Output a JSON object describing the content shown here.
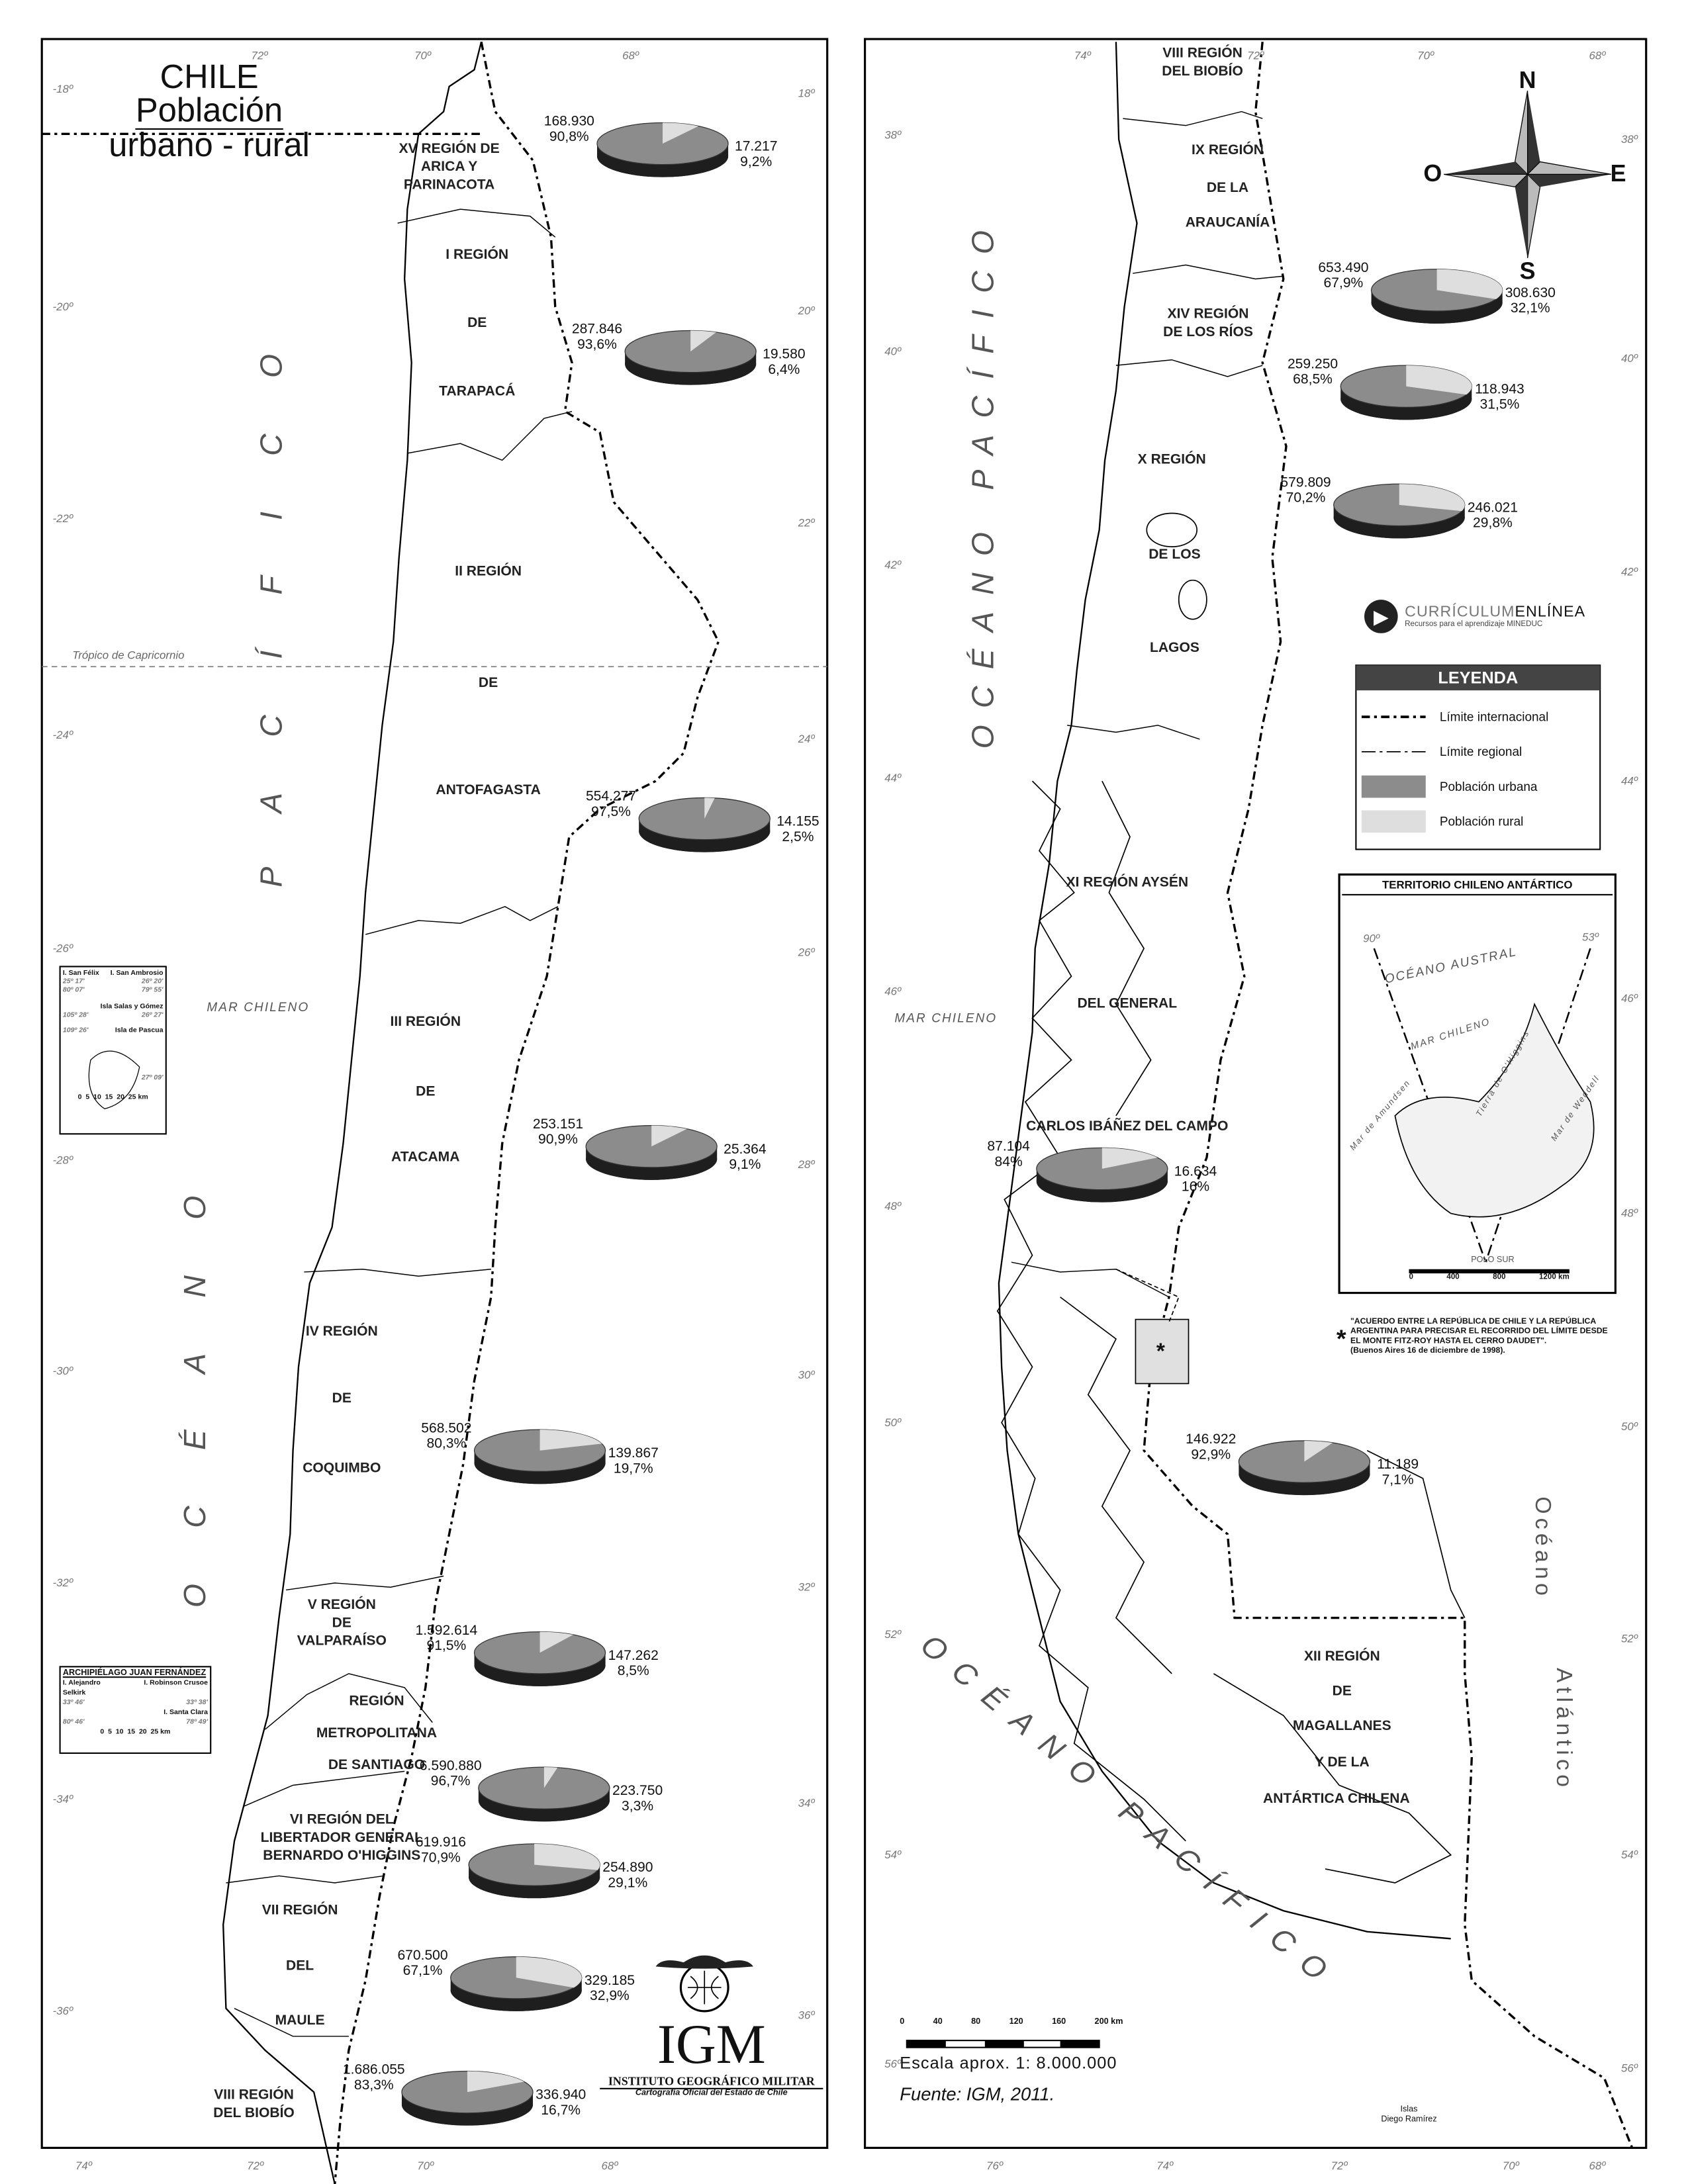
{
  "title": {
    "line1": "CHILE",
    "line2": "Población",
    "line3": "urbano - rural"
  },
  "tropic_label": "Trópico de Capricornio",
  "oceans": {
    "left_ocean_1": "OCÉANO",
    "left_ocean_2": "PACÍFICO",
    "right_top": "OCÉANO PACÍFICO",
    "right_bottom": "OCÉANO PACÍFICO",
    "atlantic_1": "Océano",
    "atlantic_2": "Atlántico",
    "mar_chileno_left": "MAR CHILENO",
    "mar_chileno_right": "MAR CHILENO"
  },
  "regions": [
    [
      "XV REGIÓN DE",
      "ARICA Y",
      "PARINACOTA"
    ],
    [
      "I REGIÓN"
    ],
    [
      "DE"
    ],
    [
      "TARAPACÁ"
    ],
    [
      "II REGIÓN"
    ],
    [
      "DE"
    ],
    [
      "ANTOFAGASTA"
    ],
    [
      "III REGIÓN"
    ],
    [
      "DE"
    ],
    [
      "ATACAMA"
    ],
    [
      "IV REGIÓN"
    ],
    [
      "DE"
    ],
    [
      "COQUIMBO"
    ],
    [
      "V REGIÓN",
      "DE",
      "VALPARAÍSO"
    ],
    [
      "REGIÓN"
    ],
    [
      "METROPOLITANA"
    ],
    [
      "DE SANTIAGO"
    ],
    [
      "VI REGIÓN DEL",
      "LIBERTADOR GENERAL",
      "BERNARDO O'HIGGINS"
    ],
    [
      "VII REGIÓN"
    ],
    [
      "DEL"
    ],
    [
      "MAULE"
    ],
    [
      "VIII REGIÓN",
      "DEL BIOBÍO"
    ],
    [
      "VIII REGIÓN",
      "DEL BIOBÍO"
    ],
    [
      "IX REGIÓN"
    ],
    [
      "DE LA"
    ],
    [
      "ARAUCANÍA"
    ],
    [
      "XIV REGIÓN",
      "DE LOS RÍOS"
    ],
    [
      "X REGIÓN"
    ],
    [
      "DE LOS"
    ],
    [
      "LAGOS"
    ],
    [
      "XI REGIÓN AYSÉN"
    ],
    [
      "DEL GENERAL"
    ],
    [
      "CARLOS IBÁÑEZ DEL CAMPO"
    ],
    [
      "XII REGIÓN"
    ],
    [
      "DE"
    ],
    [
      "MAGALLANES"
    ],
    [
      "Y DE LA"
    ],
    [
      "ANTÁRTICA CHILENA"
    ]
  ],
  "population": [
    {
      "region": "Arica y Parinacota",
      "urban": "168.930",
      "urban_pct": "90,8%",
      "rural": "17.217",
      "rural_pct": "9,2%",
      "rural_fraction": 0.092
    },
    {
      "region": "Tarapacá",
      "urban": "287.846",
      "urban_pct": "93,6%",
      "rural": "19.580",
      "rural_pct": "6,4%",
      "rural_fraction": 0.064
    },
    {
      "region": "Antofagasta",
      "urban": "554.277",
      "urban_pct": "97,5%",
      "rural": "14.155",
      "rural_pct": "2,5%",
      "rural_fraction": 0.025
    },
    {
      "region": "Atacama",
      "urban": "253.151",
      "urban_pct": "90,9%",
      "rural": "25.364",
      "rural_pct": "9,1%",
      "rural_fraction": 0.091
    },
    {
      "region": "Coquimbo",
      "urban": "568.502",
      "urban_pct": "80,3%",
      "rural": "139.867",
      "rural_pct": "19,7%",
      "rural_fraction": 0.197
    },
    {
      "region": "Valparaíso",
      "urban": "1.592.614",
      "urban_pct": "91,5%",
      "rural": "147.262",
      "rural_pct": "8,5%",
      "rural_fraction": 0.085
    },
    {
      "region": "Metropolitana de Santiago",
      "urban": "6.590.880",
      "urban_pct": "96,7%",
      "rural": "223.750",
      "rural_pct": "3,3%",
      "rural_fraction": 0.033
    },
    {
      "region": "Libertador General Bernardo O'Higgins",
      "urban": "619.916",
      "urban_pct": "70,9%",
      "rural": "254.890",
      "rural_pct": "29,1%",
      "rural_fraction": 0.291
    },
    {
      "region": "Maule",
      "urban": "670.500",
      "urban_pct": "67,1%",
      "rural": "329.185",
      "rural_pct": "32,9%",
      "rural_fraction": 0.329
    },
    {
      "region": "Biobío",
      "urban": "1.686.055",
      "urban_pct": "83,3%",
      "rural": "336.940",
      "rural_pct": "16,7%",
      "rural_fraction": 0.167
    },
    {
      "region": "Araucanía",
      "urban": "653.490",
      "urban_pct": "67,9%",
      "rural": "308.630",
      "rural_pct": "32,1%",
      "rural_fraction": 0.321
    },
    {
      "region": "Los Ríos",
      "urban": "259.250",
      "urban_pct": "68,5%",
      "rural": "118.943",
      "rural_pct": "31,5%",
      "rural_fraction": 0.315
    },
    {
      "region": "Los Lagos",
      "urban": "579.809",
      "urban_pct": "70,2%",
      "rural": "246.021",
      "rural_pct": "29,8%",
      "rural_fraction": 0.298
    },
    {
      "region": "Aysén",
      "urban": "87.104",
      "urban_pct": "84%",
      "rural": "16.634",
      "rural_pct": "16%",
      "rural_fraction": 0.16
    },
    {
      "region": "Magallanes",
      "urban": "146.922",
      "urban_pct": "92,9%",
      "rural": "11.189",
      "rural_pct": "7,1%",
      "rural_fraction": 0.071
    }
  ],
  "ticks": {
    "left_lat_left": [
      "-18º",
      "-20º",
      "-22º",
      "-24º",
      "-26º",
      "-28º",
      "-30º",
      "-32º",
      "-34º",
      "-36º"
    ],
    "left_lat_right": [
      "18º",
      "20º",
      "22º",
      "24º",
      "26º",
      "28º",
      "30º",
      "32º",
      "34º",
      "36º"
    ],
    "left_lon_top": [
      "72º",
      "70º",
      "68º"
    ],
    "left_lon_bottom": [
      "74º",
      "72º",
      "70º",
      "68º"
    ],
    "right_lat_left": [
      "38º",
      "40º",
      "42º",
      "44º",
      "46º",
      "48º",
      "50º",
      "52º",
      "54º",
      "56º"
    ],
    "right_lat_right": [
      "38º",
      "40º",
      "42º",
      "44º",
      "46º",
      "48º",
      "50º",
      "52º",
      "54º",
      "56º"
    ],
    "right_lon_top": [
      "74º",
      "72º",
      "70º",
      "68º"
    ],
    "right_lon_bottom": [
      "76º",
      "74º",
      "72º",
      "70º",
      "68º"
    ]
  },
  "insets": {
    "islands": {
      "san_felix": "I. San Félix",
      "san_felix_lat": "25º 17'",
      "san_felix_lon": "80º 07'",
      "san_ambrosio": "I. San Ambrosio",
      "san_ambrosio_lat": "26º 20'",
      "san_ambrosio_lon": "79º 55'",
      "salas_gomez": "Isla Salas y Gómez",
      "salas_lat": "26º 27'",
      "salas_lon": "105º 28'",
      "pascua": "Isla de Pascua",
      "pascua_lon": "109º 26'",
      "pascua_lat": "27º 09'",
      "scale": "0  5  10  15  20  25 km"
    },
    "juan_fernandez": {
      "title": "ARCHIPIÉLAGO JUAN FERNÁNDEZ",
      "selkirk": "I. Alejandro Selkirk",
      "selkirk_lat": "33º 46'",
      "selkirk_lon": "80º 46'",
      "robinson": "I. Robinson Crusoe",
      "robinson_lat": "33º 38'",
      "santa_clara": "I. Santa Clara",
      "robinson_lon": "78º 49'",
      "scale": "0  5  10  15  20  25 km"
    }
  },
  "compass": {
    "n": "N",
    "s": "S",
    "e": "E",
    "o": "O"
  },
  "brand": {
    "name_a": "CURRÍCULUM",
    "name_b": "ENLÍNEA",
    "tagline": "Recursos para el aprendizaje MINEDUC"
  },
  "legend": {
    "title": "LEYENDA",
    "items": [
      "Límite internacional",
      "Límite regional",
      "Población urbana",
      "Población rural"
    ],
    "colors": {
      "urban": "#8c8c8c",
      "rural": "#dedede",
      "side": "#1e1e1e"
    }
  },
  "antarctic": {
    "title": "TERRITORIO CHILENO ANTÁRTICO",
    "lon_west": "90º",
    "lon_east": "53º",
    "oceano_austral": "OCÉANO AUSTRAL",
    "mar_chileno": "MAR CHILENO",
    "amundsen": "Mar de Amundsen",
    "weddell": "Mar de Weddell",
    "tierra": "Tierra de O'Higgins",
    "polo": "POLO SUR",
    "scale": [
      "0",
      "400",
      "800",
      "1200 km"
    ]
  },
  "footnote": {
    "mark": "*",
    "text": "\"ACUERDO ENTRE LA REPÚBLICA DE CHILE Y LA REPÚBLICA ARGENTINA PARA PRECISAR EL RECORRIDO DEL LÍMITE DESDE EL MONTE FITZ-ROY HASTA EL CERRO DAUDET\".",
    "date": "(Buenos Aires 16 de diciembre de 1998)."
  },
  "scale_bar": {
    "ticks": [
      "0",
      "40",
      "80",
      "120",
      "160",
      "200 km"
    ],
    "scale": "Escala aprox. 1: 8.000.000",
    "source": "Fuente: IGM, 2011."
  },
  "islands_label": {
    "line1": "Islas",
    "line2": "Diego Ramírez"
  },
  "igm": {
    "acronym": "IGM",
    "name": "INSTITUTO GEOGRÁFICO MILITAR",
    "tagline": "Cartografía Oficial del Estado de Chile"
  }
}
